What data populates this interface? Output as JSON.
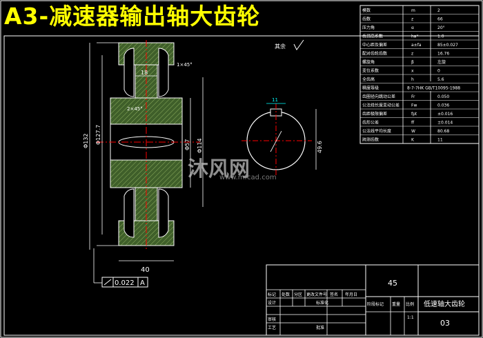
{
  "title": "A3-减速器输出轴大齿轮",
  "watermark": {
    "brand": "沐风网",
    "url": "www.mfcad.com"
  },
  "roughness_note": "其余",
  "dimensions": {
    "hub_width": "18",
    "face_width": "40",
    "tip_diameter": "Φ132",
    "root_diameter": "Φ127.7",
    "bore_diameter": "Φ57",
    "hub_diameter": "Φ114",
    "keyway_width": "11",
    "keyway_depth": "49.6",
    "chamfer_note": "2×45°",
    "fillet_note": "1×45°",
    "runout_tolerance": "0.022",
    "datum": "A"
  },
  "params_table": [
    {
      "name": "模数",
      "symbol": "m",
      "value": "2"
    },
    {
      "name": "齿数",
      "symbol": "z",
      "value": "66"
    },
    {
      "name": "压力角",
      "symbol": "α",
      "value": "20°"
    },
    {
      "name": "齿顶高系数",
      "symbol": "ha*",
      "value": "1.0"
    },
    {
      "name": "中心距及偏差",
      "symbol": "a±fa",
      "value": "85±0.027"
    },
    {
      "name": "配对齿轮齿数",
      "symbol": "z",
      "value": "16.76"
    },
    {
      "name": "螺旋角",
      "symbol": "β",
      "value": "左旋"
    },
    {
      "name": "变位系数",
      "symbol": "x",
      "value": "0"
    },
    {
      "name": "全齿高",
      "symbol": "h",
      "value": "5.6"
    },
    {
      "name": "精度等级",
      "symbol": "",
      "value": "8-7-7HK GB/T10095-1988"
    },
    {
      "name": "齿圈径向跳动公差",
      "symbol": "Fr",
      "value": "0.050"
    },
    {
      "name": "公法线长度变动公差",
      "symbol": "Fw",
      "value": "0.036"
    },
    {
      "name": "齿距极限偏差",
      "symbol": "fpt",
      "value": "±0.016"
    },
    {
      "name": "齿形公差",
      "symbol": "ff",
      "value": "±0.014"
    },
    {
      "name": "公法线平均长度",
      "symbol": "W",
      "value": "80.68"
    },
    {
      "name": "跨测齿数",
      "symbol": "K",
      "value": "11"
    }
  ],
  "title_block": {
    "material": "45",
    "part_name": "低速轴大齿轮",
    "drawing_no": "03",
    "labels": {
      "mark": "标记",
      "count": "处数",
      "zone": "分区",
      "change_doc": "更改文件号",
      "signature": "签名",
      "date": "年月日",
      "design": "设计",
      "standardize": "标准化",
      "stage_mark": "阶段标记",
      "weight": "重量",
      "scale": "比例",
      "review": "审核",
      "process": "工艺",
      "approve": "批准"
    },
    "scale_value": "1:1"
  },
  "colors": {
    "background": "#000000",
    "lines": "#ffffff",
    "hatch": "#5a7a3a",
    "dims": "#00ffff",
    "center": "#ff0000",
    "title": "#ffff00"
  }
}
